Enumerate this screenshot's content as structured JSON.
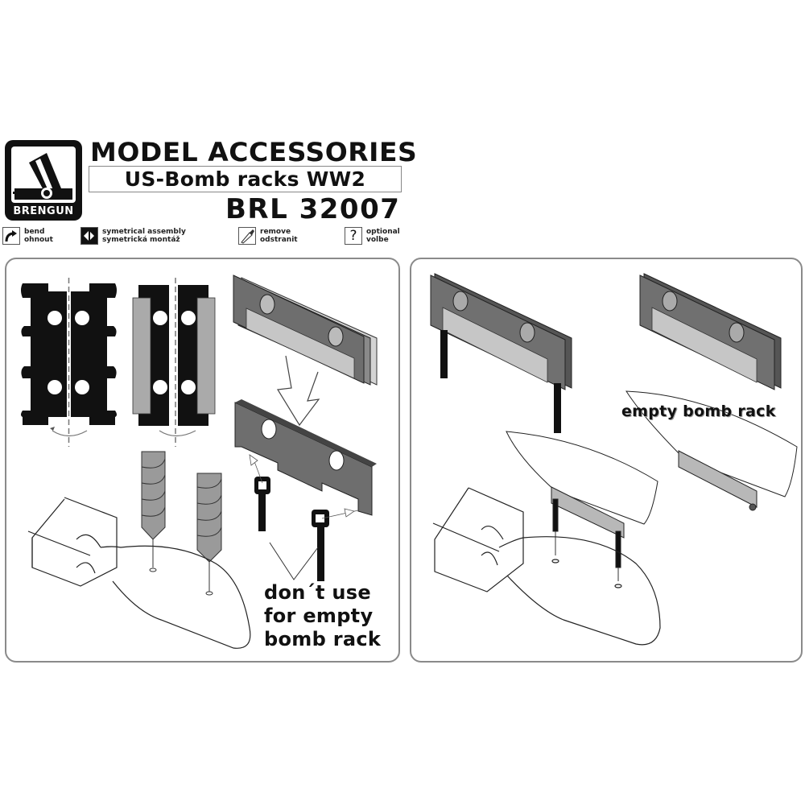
{
  "header": {
    "brand": "BRENGUN",
    "title": "MODEL ACCESSORIES",
    "subtitle": "US-Bomb racks WW2",
    "product_code": "BRL 32007"
  },
  "legend": [
    {
      "icon": "bend-arrow-icon",
      "line1": "bend",
      "line2": "ohnout"
    },
    {
      "icon": "symmetrical-assembly-icon",
      "line1": "symetrical assembly",
      "line2": "symetrická montáž"
    },
    {
      "icon": "knife-icon",
      "line1": "remove",
      "line2": "odstranit"
    },
    {
      "icon": "question-mark-icon",
      "glyph": "?",
      "line1": "optional",
      "line2": "volbe"
    }
  ],
  "panels": {
    "left": {
      "note_lines": [
        "don´t use",
        "for empty",
        "bomb rack"
      ]
    },
    "right": {
      "note": "empty bomb rack"
    }
  },
  "colors": {
    "ink": "#111111",
    "part_dark": "#6e6e6e",
    "part_mid": "#9a9a9a",
    "part_light": "#bdbdbd",
    "panel_border": "#8a8a8a"
  }
}
